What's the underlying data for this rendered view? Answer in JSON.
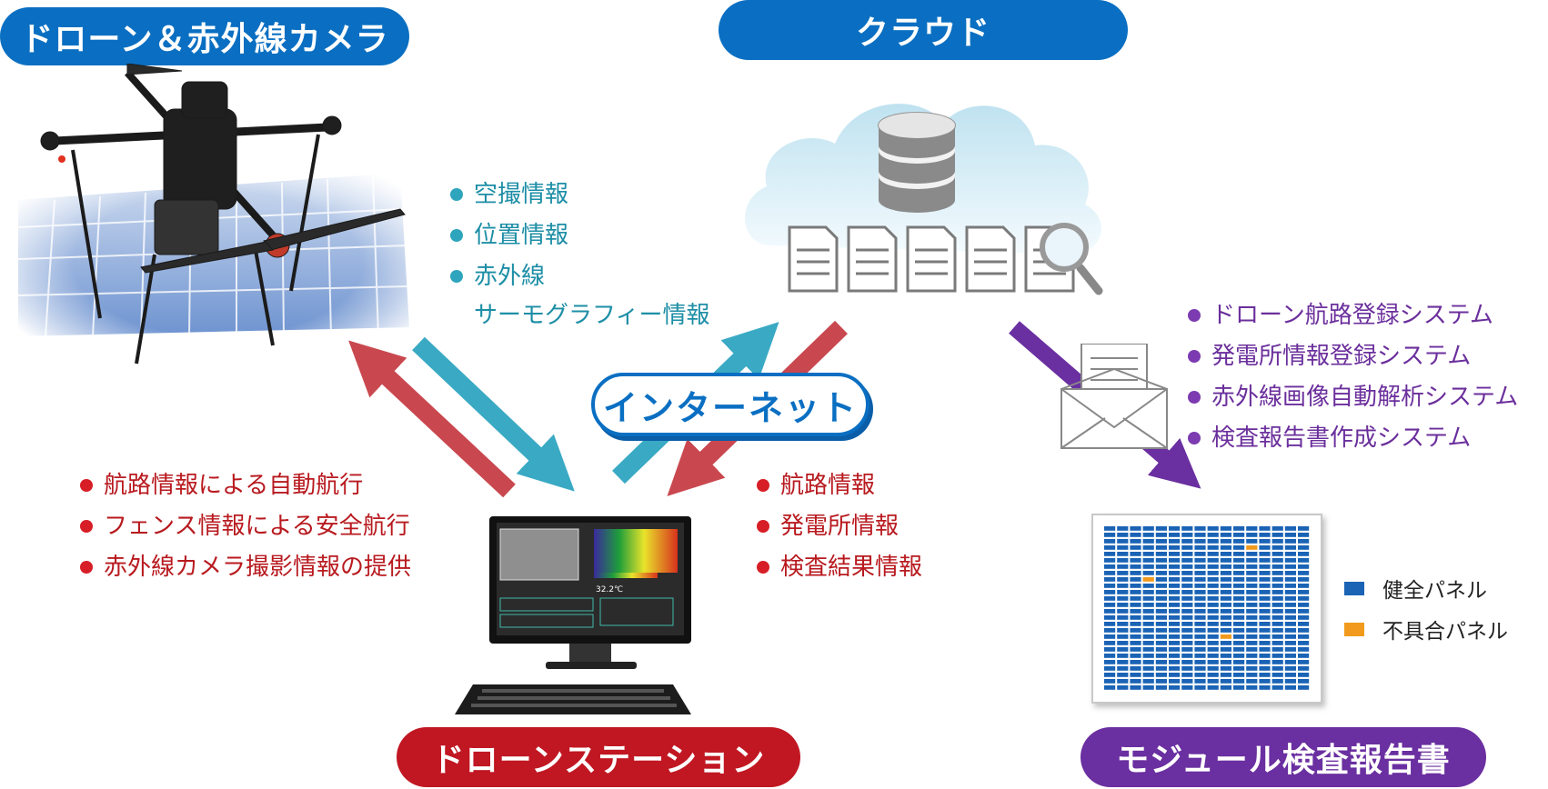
{
  "titles": {
    "drone": "ドローン＆赤外線カメラ",
    "cloud": "クラウド",
    "station": "ドローンステーション",
    "report": "モジュール検査報告書",
    "internet": "インターネット"
  },
  "drone_to_station_info": [
    "空撮情報",
    "位置情報",
    "赤外線",
    "サーモグラフィー情報"
  ],
  "station_to_drone_info": [
    "航路情報による自動航行",
    "フェンス情報による安全航行",
    "赤外線カメラ撮影情報の提供"
  ],
  "cloud_to_station_info": [
    "航路情報",
    "発電所情報",
    "検査結果情報"
  ],
  "cloud_systems": [
    "ドローン航路登録システム",
    "発電所情報登録システム",
    "赤外線画像自動解析システム",
    "検査報告書作成システム"
  ],
  "legend": {
    "healthy": "健全パネル",
    "defect": "不具合パネル"
  },
  "monitor_reading": "32.2℃",
  "colors": {
    "blue": "#0a6fc2",
    "red": "#c01722",
    "purple": "#6a2fa0",
    "teal": "#3aa9c4",
    "arrow_red": "#c9484f",
    "panel_blue": "#1a63b5",
    "panel_orange": "#f19a1d"
  }
}
